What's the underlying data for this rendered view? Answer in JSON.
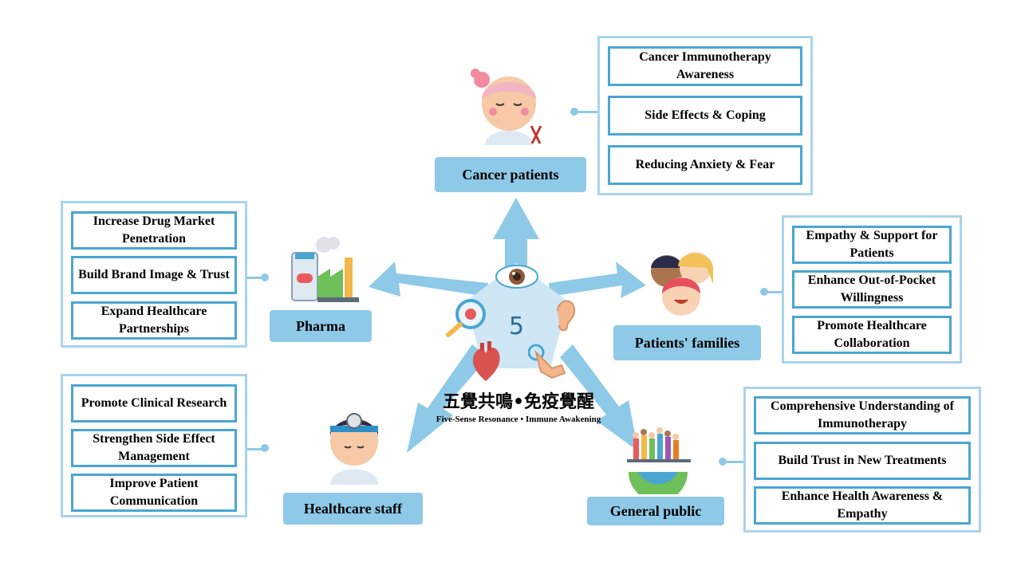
{
  "center": {
    "number": "5",
    "title_cn": "五覺共鳴•免疫覺醒",
    "title_en": "Five-Sense Resonance • Immune Awakening"
  },
  "audiences": {
    "cancer_patients": {
      "label": "Cancer patients",
      "items": [
        "Cancer Immunotherapy Awareness",
        "Side Effects & Coping",
        "Reducing Anxiety & Fear"
      ]
    },
    "pharma": {
      "label": "Pharma",
      "items": [
        "Increase Drug Market Penetration",
        "Build Brand Image & Trust",
        "Expand Healthcare Partnerships"
      ]
    },
    "patients_families": {
      "label": "Patients' families",
      "items": [
        "Empathy & Support for Patients",
        "Enhance Out-of-Pocket Willingness",
        "Promote Healthcare Collaboration"
      ]
    },
    "healthcare_staff": {
      "label": "Healthcare staff",
      "items": [
        "Promote Clinical Research",
        "Strengthen Side Effect Management",
        "Improve Patient Communication"
      ]
    },
    "general_public": {
      "label": "General public",
      "items": [
        "Comprehensive Understanding of Immunotherapy",
        "Build Trust in New Treatments",
        "Enhance Health Awareness & Empathy"
      ]
    }
  },
  "colors": {
    "arrow": "#8ec9e8",
    "panel_border": "#a9d4ec",
    "item_border": "#4aa6d1",
    "label_bg": "#8ec9e8"
  },
  "icons": [
    "patient-icon",
    "factory-icon",
    "family-icon",
    "doctor-icon",
    "crowd-globe-icon",
    "eye-icon",
    "ear-icon",
    "heart-icon",
    "hand-icon",
    "magnifier-eye-icon"
  ]
}
